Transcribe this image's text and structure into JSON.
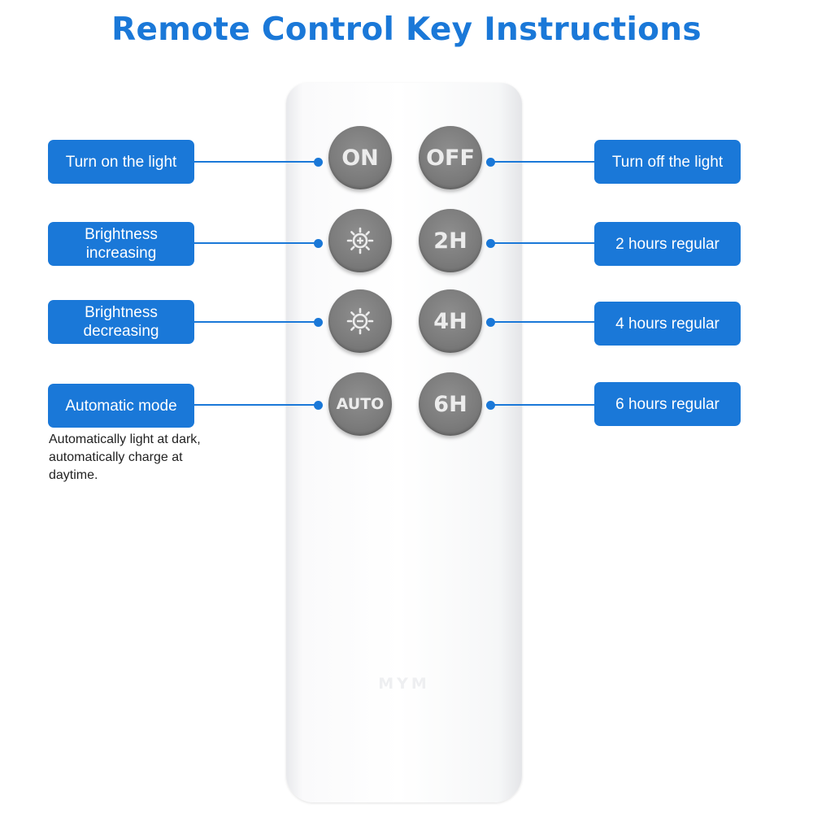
{
  "title": "Remote Control Key Instructions",
  "colors": {
    "accent": "#1a78d8",
    "key_gray": "#7c7c7c",
    "remote_body": "#f6f7f8"
  },
  "remote": {
    "logo": "MYM"
  },
  "keys": {
    "on": "ON",
    "off": "OFF",
    "brightness_up": "sun-plus-icon",
    "two_hours": "2H",
    "brightness_down": "sun-minus-icon",
    "four_hours": "4H",
    "auto": "AUTO",
    "six_hours": "6H"
  },
  "labels": {
    "turn_on": "Turn on the light",
    "turn_off": "Turn off  the light",
    "brightness_increasing": [
      "Brightness",
      "increasing"
    ],
    "two_hours": "2 hours regular",
    "brightness_decreasing": [
      "Brightness",
      "decreasing"
    ],
    "four_hours": "4 hours regular",
    "automatic_mode": "Automatic mode",
    "six_hours": "6 hours regular"
  },
  "auto_note": [
    "Automatically light at dark,",
    "automatically charge at",
    "daytime."
  ]
}
